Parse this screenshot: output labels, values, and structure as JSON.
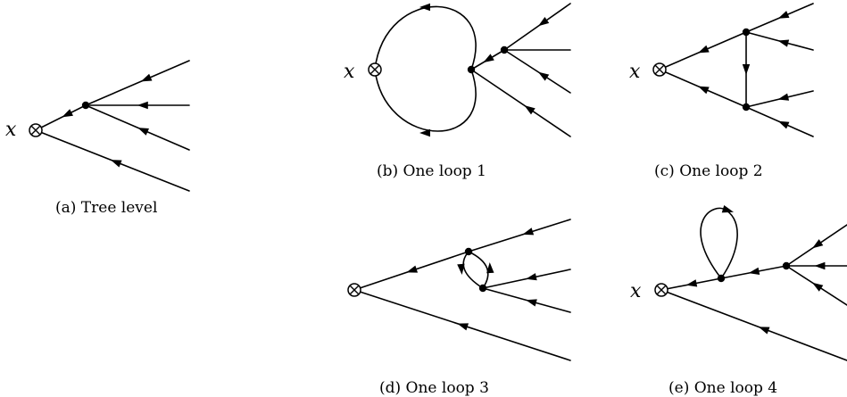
{
  "figure": {
    "variable": "x",
    "diagrams": [
      {
        "id": "a",
        "caption": "(a)  Tree level"
      },
      {
        "id": "b",
        "caption": "(b)  One loop 1"
      },
      {
        "id": "c",
        "caption": "(c)  One loop 2"
      },
      {
        "id": "d",
        "caption": "(d)  One loop 3"
      },
      {
        "id": "e",
        "caption": "(e)  One loop 4"
      }
    ]
  }
}
